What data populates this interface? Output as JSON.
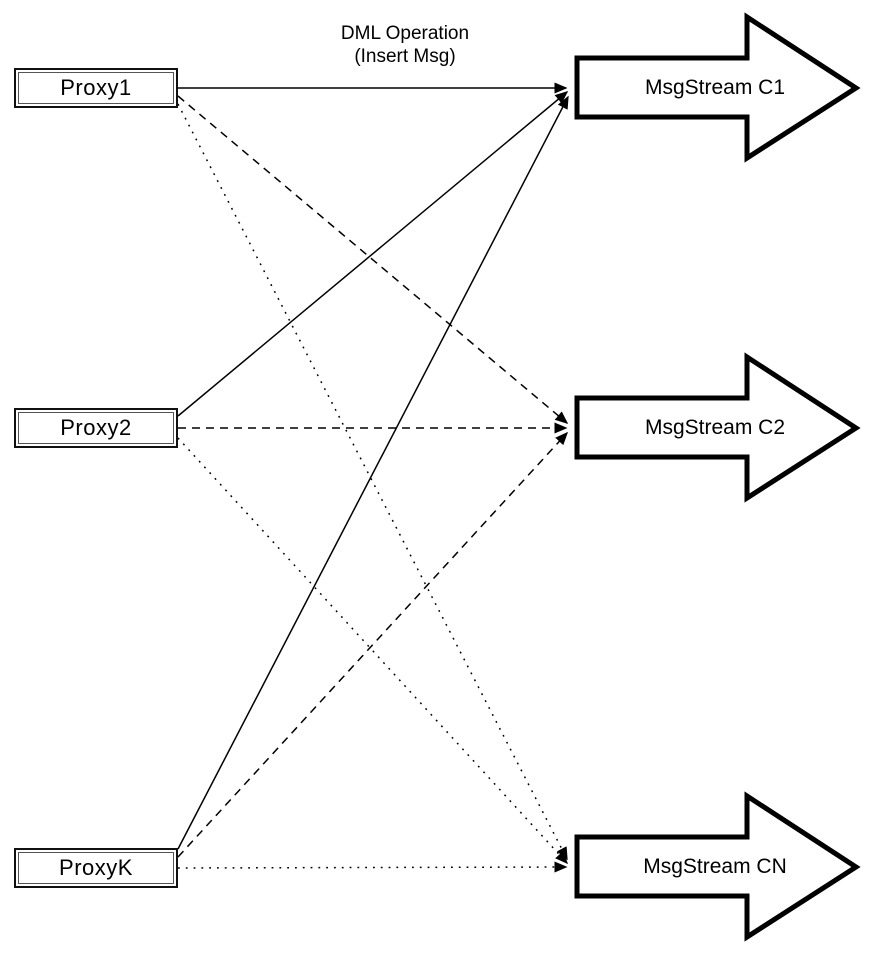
{
  "diagram": {
    "title": {
      "line1": "DML Operation",
      "line2": "(Insert Msg)"
    },
    "proxies": [
      {
        "label": "Proxy1"
      },
      {
        "label": "Proxy2"
      },
      {
        "label": "ProxyK"
      }
    ],
    "streams": [
      {
        "label": "MsgStream C1"
      },
      {
        "label": "MsgStream C2"
      },
      {
        "label": "MsgStream CN"
      }
    ],
    "edges": [
      {
        "from": "Proxy1",
        "to": "MsgStream C1",
        "style": "solid"
      },
      {
        "from": "Proxy2",
        "to": "MsgStream C1",
        "style": "solid"
      },
      {
        "from": "ProxyK",
        "to": "MsgStream C1",
        "style": "solid"
      },
      {
        "from": "Proxy1",
        "to": "MsgStream C2",
        "style": "dashed"
      },
      {
        "from": "Proxy2",
        "to": "MsgStream C2",
        "style": "dashed"
      },
      {
        "from": "ProxyK",
        "to": "MsgStream C2",
        "style": "dashed"
      },
      {
        "from": "Proxy1",
        "to": "MsgStream CN",
        "style": "dotted"
      },
      {
        "from": "Proxy2",
        "to": "MsgStream CN",
        "style": "dotted"
      },
      {
        "from": "ProxyK",
        "to": "MsgStream CN",
        "style": "dotted"
      }
    ],
    "colors": {
      "stroke": "#000000",
      "fill": "#ffffff"
    }
  }
}
